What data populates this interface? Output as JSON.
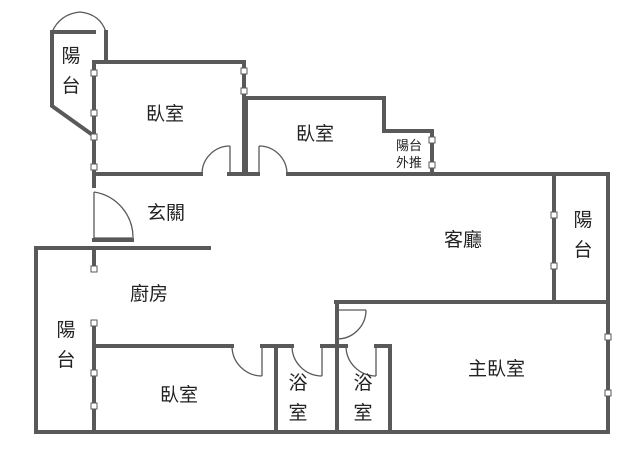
{
  "rooms": {
    "balcony_top_left": "陽台",
    "bedroom_1": "臥室",
    "bedroom_2": "臥室",
    "balcony_outward_1": "陽台",
    "balcony_outward_2": "外推",
    "foyer": "玄關",
    "living_room": "客廳",
    "balcony_right": "陽台",
    "kitchen": "廚房",
    "balcony_left": "陽台",
    "bedroom_3": "臥室",
    "bath_1": "浴室",
    "bath_2": "浴室",
    "master_bedroom": "主臥室"
  }
}
